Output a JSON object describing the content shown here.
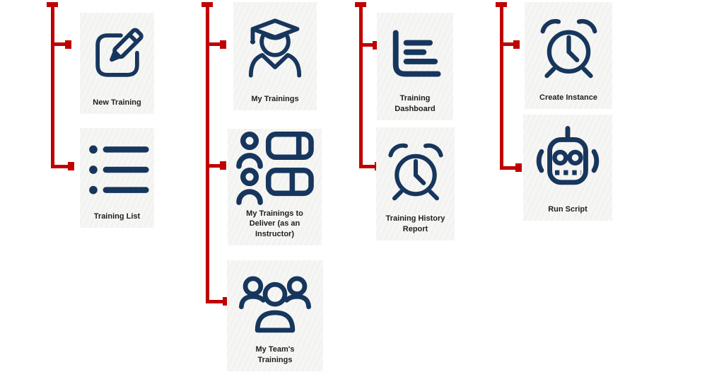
{
  "diagram": {
    "connector_color": "#c00000",
    "icon_color": "#17365d",
    "card_bg": "#f6f6f4",
    "label_color": "#1f1f1f",
    "columns": [
      {
        "items": [
          {
            "label": "New Training",
            "icon": "edit-icon"
          },
          {
            "label": "Training List",
            "icon": "bullet-list-icon"
          }
        ]
      },
      {
        "items": [
          {
            "label": "My Trainings",
            "icon": "graduate-icon"
          },
          {
            "label": "My Trainings to\nDeliver (as an\nInstructor)",
            "icon": "people-sliders-icon"
          },
          {
            "label": "My Team's\nTrainings",
            "icon": "team-icon"
          }
        ]
      },
      {
        "items": [
          {
            "label": "Training\nDashboard",
            "icon": "bar-chart-icon"
          },
          {
            "label": "Training History\nReport",
            "icon": "alarm-clock-icon"
          }
        ]
      },
      {
        "items": [
          {
            "label": "Create Instance",
            "icon": "alarm-clock-icon"
          },
          {
            "label": "Run Script",
            "icon": "robot-icon"
          }
        ]
      }
    ]
  }
}
